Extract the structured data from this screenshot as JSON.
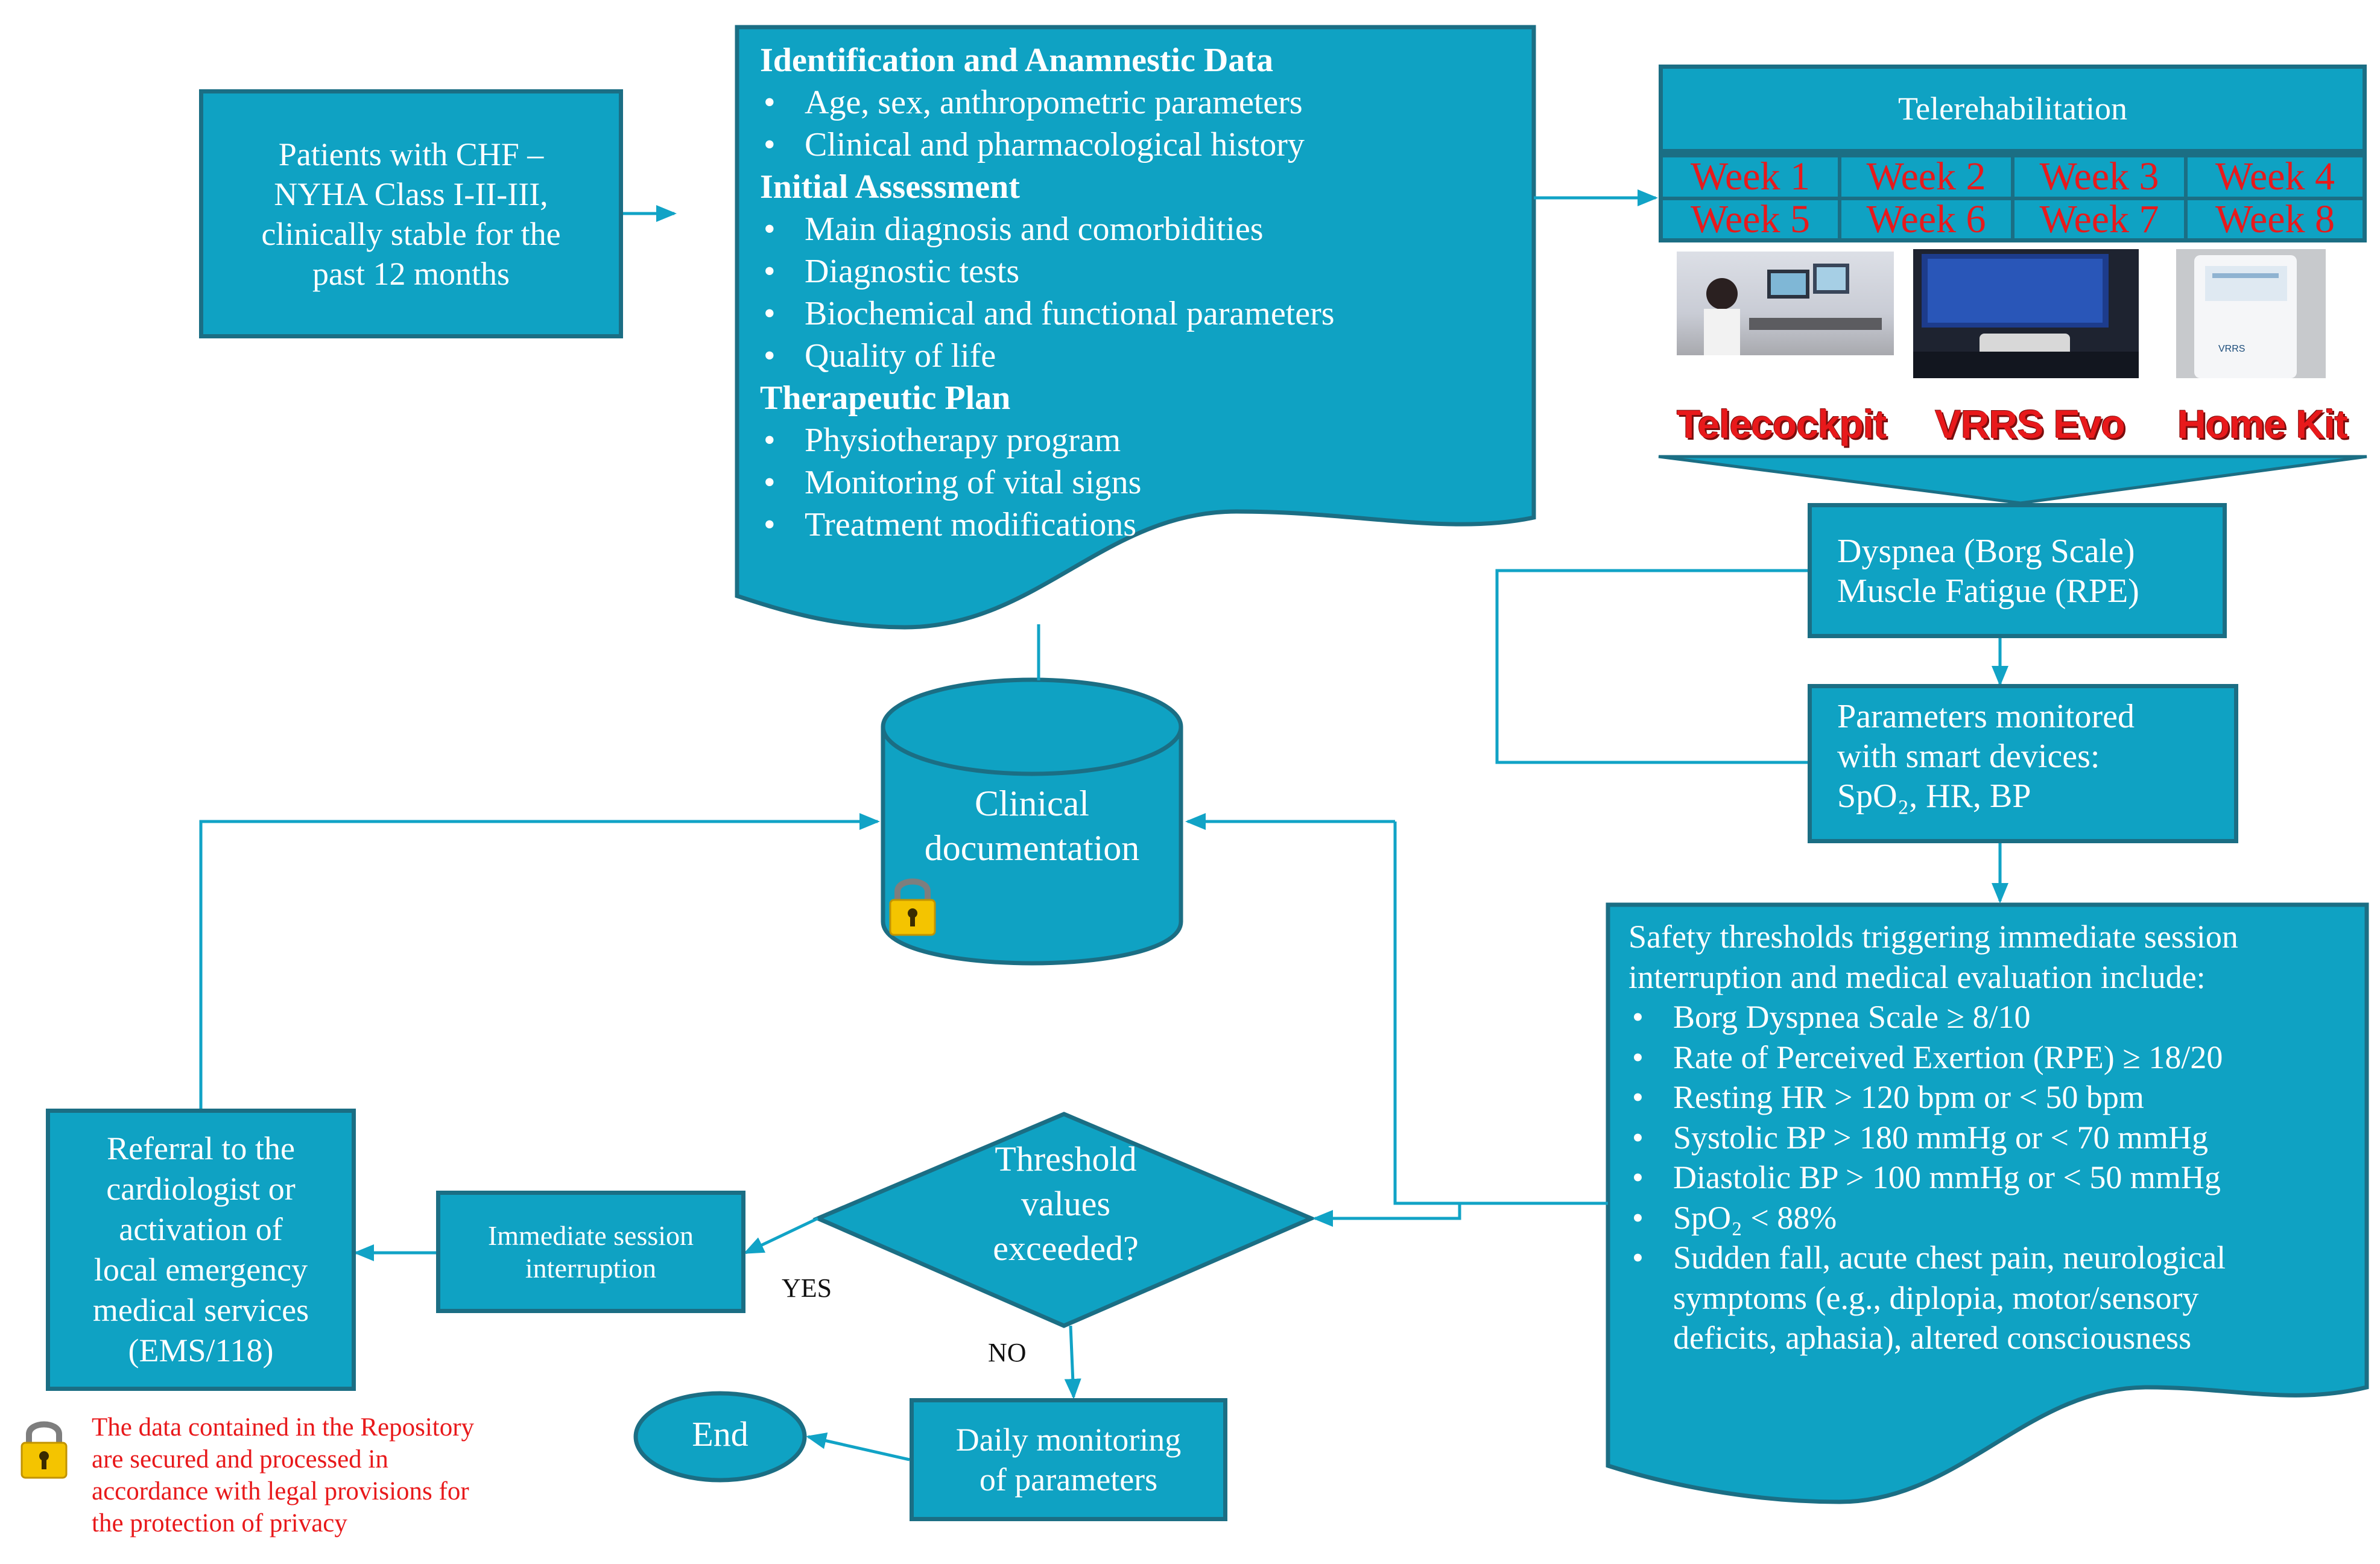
{
  "patients_box": {
    "lines": [
      "Patients with CHF –",
      "NYHA Class I-II-III,",
      "clinically stable for the",
      "past 12 months"
    ]
  },
  "assessment_doc": {
    "section1_title": "Identification and Anamnestic Data",
    "section1_items": [
      "Age, sex, anthropometric parameters",
      "Clinical and pharmacological history"
    ],
    "section2_title": "Initial Assessment",
    "section2_items": [
      "Main diagnosis and comorbidities",
      "Diagnostic tests",
      "Biochemical and functional parameters",
      "Quality of life"
    ],
    "section3_title": "Therapeutic Plan",
    "section3_items": [
      "Physiotherapy program",
      "Monitoring of vital signs",
      "Treatment modifications"
    ]
  },
  "telerehab": {
    "title": "Telerehabilitation",
    "weeks_row1": [
      "Week 1",
      "Week 2",
      "Week 3",
      "Week 4"
    ],
    "weeks_row2": [
      "Week 5",
      "Week 6",
      "Week 7",
      "Week 8"
    ],
    "devices": [
      "Telecockpit",
      "VRRS Evo",
      "Home Kit"
    ],
    "device_screen_text": "VRRS"
  },
  "dyspnea_box": {
    "lines": [
      "Dyspnea (Borg Scale)",
      "Muscle Fatigue (RPE)"
    ]
  },
  "params_box": {
    "lines": [
      "Parameters monitored",
      "with smart devices:",
      "SpO₂, HR, BP"
    ]
  },
  "clinical_doc": {
    "lines": [
      "Clinical",
      "documentation"
    ]
  },
  "safety_doc": {
    "intro": [
      "Safety thresholds triggering immediate session",
      "interruption and medical evaluation include:"
    ],
    "items": [
      [
        "Borg Dyspnea Scale ≥ 8/10"
      ],
      [
        "Rate of Perceived Exertion (RPE) ≥ 18/20"
      ],
      [
        "Resting HR > 120 bpm or < 50 bpm"
      ],
      [
        "Systolic BP > 180 mmHg or < 70 mmHg"
      ],
      [
        "Diastolic BP > 100 mmHg or < 50 mmHg"
      ],
      [
        "SpO₂ < 88%"
      ],
      [
        "Sudden fall, acute chest pain, neurological",
        "symptoms (e.g., diplopia, motor/sensory",
        "deficits, aphasia), altered consciousness"
      ]
    ]
  },
  "decision": {
    "lines": [
      "Threshold",
      "values",
      "exceeded?"
    ]
  },
  "yes_label": "YES",
  "no_label": "NO",
  "interruption_box": {
    "lines": [
      "Immediate session",
      "interruption"
    ]
  },
  "referral_box": {
    "lines": [
      "Referral to the",
      "cardiologist or",
      "activation of",
      "local emergency",
      "medical services",
      "(EMS/118)"
    ]
  },
  "daily_box": {
    "lines": [
      "Daily monitoring",
      "of parameters"
    ]
  },
  "end_label": "End",
  "privacy_note": {
    "lines": [
      "The data contained in the Repository",
      "are secured and processed in",
      "accordance with legal provisions for",
      "the protection of privacy"
    ]
  },
  "colors": {
    "fill": "#0fa2c3",
    "border": "#1b6e84",
    "connector": "#11a3c6",
    "week_text": "#e8191b",
    "note_text": "#e8191b"
  }
}
